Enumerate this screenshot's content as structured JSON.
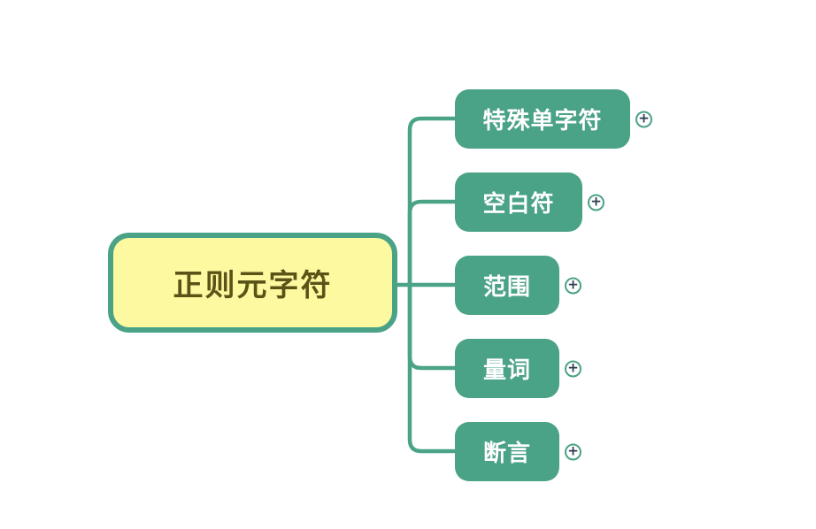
{
  "colors": {
    "canvas_bg": "#FFFFFF",
    "branch_line": "#4AA287",
    "root_fill": "#FDF9A0",
    "root_border": "#4AA287",
    "root_text": "#5A5317",
    "child_fill": "#4AA287",
    "child_text": "#FFFFFF",
    "expand_ring": "#4AA287",
    "expand_fill": "#FFFFFF",
    "expand_glyph": "#2E3B51"
  },
  "mindmap": {
    "root": {
      "label": "正则元字符"
    },
    "children": [
      {
        "label": "特殊单字符"
      },
      {
        "label": "空白符"
      },
      {
        "label": "范围"
      },
      {
        "label": "量词"
      },
      {
        "label": "断言"
      }
    ],
    "expand_icon": {
      "glyph": "+"
    }
  }
}
